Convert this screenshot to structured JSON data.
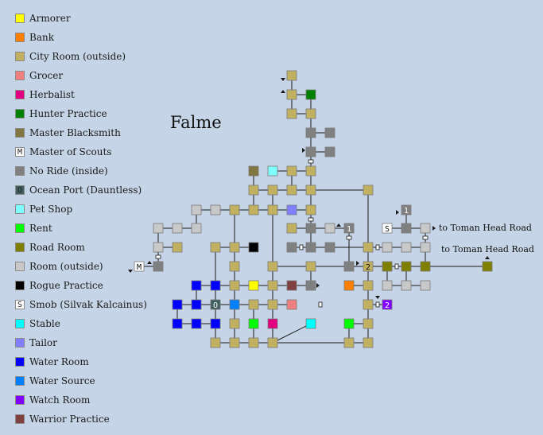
{
  "map_title": "Falme",
  "colors": {
    "Armorer": "#ffff00",
    "Bank": "#ff8000",
    "City Room (outside)": "#c0b060",
    "Grocer": "#f08080",
    "Herbalist": "#e0007f",
    "Hunter Practice": "#008000",
    "Master Blacksmith": "#807840",
    "Master of Scouts": "#ffffff",
    "No Ride (inside)": "#808080",
    "Ocean Port (Dauntless)": "#406060",
    "Pet Shop": "#80ffff",
    "Rent": "#00ff00",
    "Road Room": "#808000",
    "Room (outside)": "#c8c8c8",
    "Rogue Practice": "#000000",
    "Smob (Silvak Kalcainus)": "#ffffff",
    "Stable": "#00ffff",
    "Tailor": "#8080ff",
    "Water Room": "#0000ff",
    "Water Source": "#0080ff",
    "Watch Room": "#8000ff",
    "Warrior Practice": "#804040"
  },
  "legend": [
    {
      "label": "Armorer",
      "mark": ""
    },
    {
      "label": "Bank",
      "mark": ""
    },
    {
      "label": "City Room (outside)",
      "mark": ""
    },
    {
      "label": "Grocer",
      "mark": ""
    },
    {
      "label": "Herbalist",
      "mark": ""
    },
    {
      "label": "Hunter Practice",
      "mark": ""
    },
    {
      "label": "Master Blacksmith",
      "mark": ""
    },
    {
      "label": "Master of Scouts",
      "mark": "M"
    },
    {
      "label": "No Ride (inside)",
      "mark": ""
    },
    {
      "label": "Ocean Port (Dauntless)",
      "mark": "O"
    },
    {
      "label": "Pet Shop",
      "mark": ""
    },
    {
      "label": "Rent",
      "mark": ""
    },
    {
      "label": "Road Room",
      "mark": ""
    },
    {
      "label": "Room (outside)",
      "mark": ""
    },
    {
      "label": "Rogue Practice",
      "mark": ""
    },
    {
      "label": "Smob (Silvak Kalcainus)",
      "mark": "S"
    },
    {
      "label": "Stable",
      "mark": ""
    },
    {
      "label": "Tailor",
      "mark": ""
    },
    {
      "label": "Water Room",
      "mark": ""
    },
    {
      "label": "Water Source",
      "mark": ""
    },
    {
      "label": "Watch Room",
      "mark": ""
    },
    {
      "label": "Warrior Practice",
      "mark": ""
    }
  ],
  "exits": [
    {
      "label": "to Toman Head Road"
    },
    {
      "label": "to Toman Head Road"
    }
  ],
  "rooms": [
    {
      "id": "r1",
      "type": "City Room (outside)",
      "mark": ""
    },
    {
      "id": "r2",
      "type": "City Room (outside)",
      "mark": ""
    },
    {
      "id": "r3",
      "type": "Hunter Practice",
      "mark": ""
    },
    {
      "id": "r4",
      "type": "City Room (outside)",
      "mark": ""
    },
    {
      "id": "r5",
      "type": "City Room (outside)",
      "mark": ""
    },
    {
      "id": "r6",
      "type": "No Ride (inside)",
      "mark": ""
    },
    {
      "id": "r7",
      "type": "No Ride (inside)",
      "mark": ""
    },
    {
      "id": "r8",
      "type": "No Ride (inside)",
      "mark": ""
    },
    {
      "id": "r9",
      "type": "No Ride (inside)",
      "mark": ""
    },
    {
      "id": "r10",
      "type": "Master Blacksmith",
      "mark": ""
    },
    {
      "id": "r11",
      "type": "Pet Shop",
      "mark": ""
    },
    {
      "id": "r12",
      "type": "City Room (outside)",
      "mark": ""
    },
    {
      "id": "r13",
      "type": "City Room (outside)",
      "mark": ""
    },
    {
      "id": "r14",
      "type": "City Room (outside)",
      "mark": ""
    },
    {
      "id": "r15",
      "type": "City Room (outside)",
      "mark": ""
    },
    {
      "id": "r16",
      "type": "City Room (outside)",
      "mark": ""
    },
    {
      "id": "r17",
      "type": "City Room (outside)",
      "mark": ""
    },
    {
      "id": "r18",
      "type": "City Room (outside)",
      "mark": ""
    },
    {
      "id": "r19",
      "type": "Room (outside)",
      "mark": ""
    },
    {
      "id": "r20",
      "type": "Room (outside)",
      "mark": ""
    },
    {
      "id": "r21",
      "type": "City Room (outside)",
      "mark": ""
    },
    {
      "id": "r22",
      "type": "City Room (outside)",
      "mark": ""
    },
    {
      "id": "r23",
      "type": "City Room (outside)",
      "mark": ""
    },
    {
      "id": "r24",
      "type": "Tailor",
      "mark": ""
    },
    {
      "id": "r25",
      "type": "City Room (outside)",
      "mark": ""
    },
    {
      "id": "r26",
      "type": "No Ride (inside)",
      "mark": "1"
    },
    {
      "id": "r27",
      "type": "Room (outside)",
      "mark": ""
    },
    {
      "id": "r28",
      "type": "Room (outside)",
      "mark": ""
    },
    {
      "id": "r29",
      "type": "Room (outside)",
      "mark": ""
    },
    {
      "id": "r30",
      "type": "City Room (outside)",
      "mark": ""
    },
    {
      "id": "r31",
      "type": "No Ride (inside)",
      "mark": ""
    },
    {
      "id": "r32",
      "type": "No Ride (inside)",
      "mark": "1"
    },
    {
      "id": "r33",
      "type": "Smob (Silvak Kalcainus)",
      "mark": "S"
    },
    {
      "id": "r34",
      "type": "No Ride (inside)",
      "mark": ""
    },
    {
      "id": "r35",
      "type": "Room (outside)",
      "mark": ""
    },
    {
      "id": "r36",
      "type": "Room (outside)",
      "mark": ""
    },
    {
      "id": "r37",
      "type": "Room (outside)",
      "mark": ""
    },
    {
      "id": "r38",
      "type": "City Room (outside)",
      "mark": ""
    },
    {
      "id": "r39",
      "type": "City Room (outside)",
      "mark": ""
    },
    {
      "id": "r40",
      "type": "Rogue Practice",
      "mark": ""
    },
    {
      "id": "r41",
      "type": "No Ride (inside)",
      "mark": ""
    },
    {
      "id": "r42",
      "type": "No Ride (inside)",
      "mark": ""
    },
    {
      "id": "r43",
      "type": "No Ride (inside)",
      "mark": ""
    },
    {
      "id": "r44",
      "type": "City Room (outside)",
      "mark": ""
    },
    {
      "id": "r45",
      "type": "Room (outside)",
      "mark": ""
    },
    {
      "id": "r46",
      "type": "Room (outside)",
      "mark": ""
    },
    {
      "id": "r47",
      "type": "Room (outside)",
      "mark": ""
    },
    {
      "id": "r48",
      "type": "Master of Scouts",
      "mark": "M"
    },
    {
      "id": "r49",
      "type": "No Ride (inside)",
      "mark": ""
    },
    {
      "id": "r50",
      "type": "City Room (outside)",
      "mark": ""
    },
    {
      "id": "r51",
      "type": "City Room (outside)",
      "mark": ""
    },
    {
      "id": "r52",
      "type": "No Ride (inside)",
      "mark": ""
    },
    {
      "id": "r53",
      "type": "City Room (outside)",
      "mark": ""
    },
    {
      "id": "r54",
      "type": "City Room (outside)",
      "mark": "2"
    },
    {
      "id": "r55",
      "type": "Road Room",
      "mark": ""
    },
    {
      "id": "r56",
      "type": "Road Room",
      "mark": ""
    },
    {
      "id": "r57",
      "type": "Road Room",
      "mark": ""
    },
    {
      "id": "r58",
      "type": "Road Room",
      "mark": ""
    },
    {
      "id": "r59",
      "type": "Water Room",
      "mark": ""
    },
    {
      "id": "r60",
      "type": "Water Room",
      "mark": ""
    },
    {
      "id": "r61",
      "type": "City Room (outside)",
      "mark": ""
    },
    {
      "id": "r62",
      "type": "Armorer",
      "mark": ""
    },
    {
      "id": "r63",
      "type": "City Room (outside)",
      "mark": ""
    },
    {
      "id": "r64",
      "type": "Warrior Practice",
      "mark": ""
    },
    {
      "id": "r65",
      "type": "No Ride (inside)",
      "mark": ""
    },
    {
      "id": "r66",
      "type": "Bank",
      "mark": ""
    },
    {
      "id": "r67",
      "type": "City Room (outside)",
      "mark": ""
    },
    {
      "id": "r68",
      "type": "Room (outside)",
      "mark": ""
    },
    {
      "id": "r69",
      "type": "Room (outside)",
      "mark": ""
    },
    {
      "id": "r70",
      "type": "Room (outside)",
      "mark": ""
    },
    {
      "id": "r71",
      "type": "Water Room",
      "mark": ""
    },
    {
      "id": "r72",
      "type": "Water Room",
      "mark": ""
    },
    {
      "id": "r73",
      "type": "Ocean Port (Dauntless)",
      "mark": "O"
    },
    {
      "id": "r74",
      "type": "Water Source",
      "mark": ""
    },
    {
      "id": "r75",
      "type": "City Room (outside)",
      "mark": ""
    },
    {
      "id": "r76",
      "type": "City Room (outside)",
      "mark": ""
    },
    {
      "id": "r77",
      "type": "Grocer",
      "mark": ""
    },
    {
      "id": "r78",
      "type": "City Room (outside)",
      "mark": ""
    },
    {
      "id": "r79",
      "type": "Watch Room",
      "mark": "2"
    },
    {
      "id": "r80",
      "type": "Water Room",
      "mark": ""
    },
    {
      "id": "r81",
      "type": "Water Room",
      "mark": ""
    },
    {
      "id": "r82",
      "type": "Water Room",
      "mark": ""
    },
    {
      "id": "r83",
      "type": "City Room (outside)",
      "mark": ""
    },
    {
      "id": "r84",
      "type": "Rent",
      "mark": ""
    },
    {
      "id": "r85",
      "type": "Herbalist",
      "mark": ""
    },
    {
      "id": "r86",
      "type": "Stable",
      "mark": ""
    },
    {
      "id": "r87",
      "type": "Rent",
      "mark": ""
    },
    {
      "id": "r88",
      "type": "City Room (outside)",
      "mark": ""
    },
    {
      "id": "r89",
      "type": "City Room (outside)",
      "mark": ""
    },
    {
      "id": "r90",
      "type": "City Room (outside)",
      "mark": ""
    },
    {
      "id": "r91",
      "type": "City Room (outside)",
      "mark": ""
    },
    {
      "id": "r92",
      "type": "City Room (outside)",
      "mark": ""
    },
    {
      "id": "r93",
      "type": "City Room (outside)",
      "mark": ""
    },
    {
      "id": "r94",
      "type": "City Room (outside)",
      "mark": ""
    },
    {
      "id": "r95",
      "type": "City Room (outside)",
      "mark": ""
    }
  ]
}
